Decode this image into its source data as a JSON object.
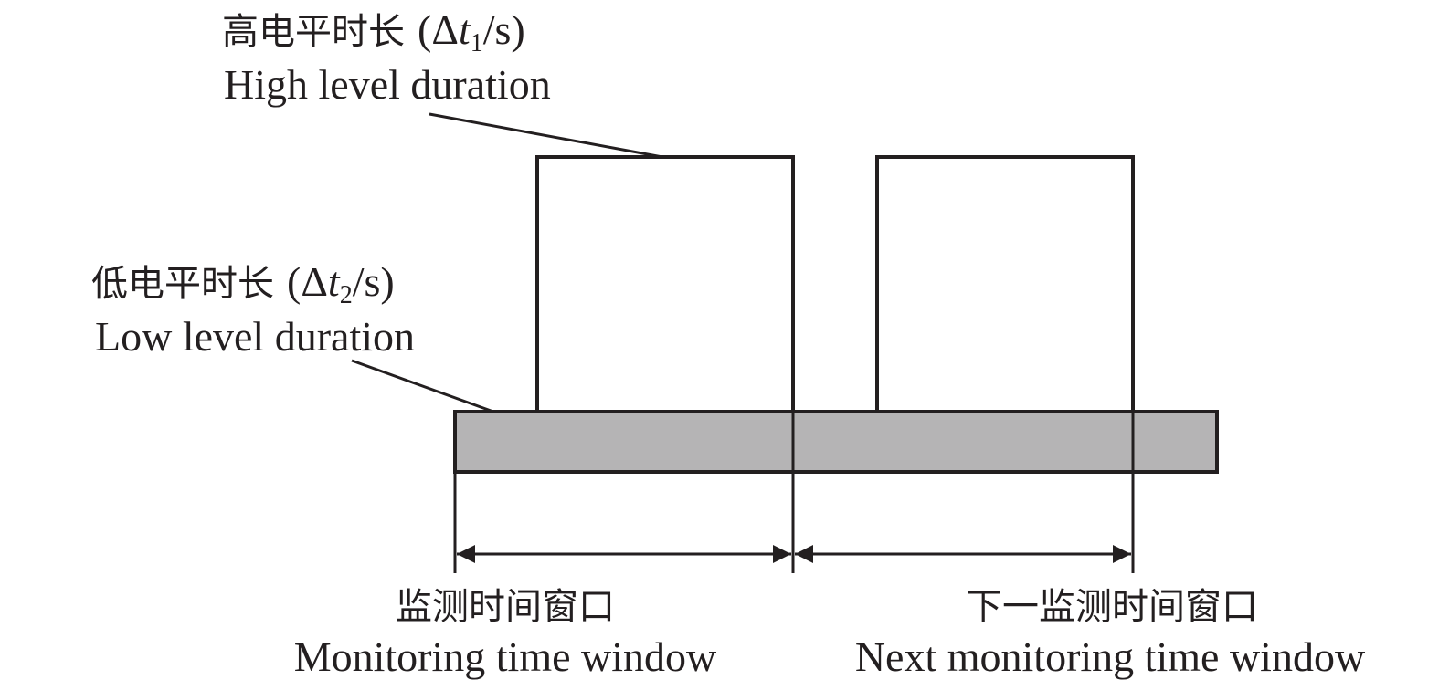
{
  "labels": {
    "high_cn": "高电平时长",
    "high_sym_prefix": "(Δ",
    "high_sym_t": "t",
    "high_sym_sub": "1",
    "high_sym_suffix": "/s)",
    "high_en": "High level duration",
    "low_cn": "低电平时长",
    "low_sym_prefix": "(Δ",
    "low_sym_t": "t",
    "low_sym_sub": "2",
    "low_sym_suffix": "/s)",
    "low_en": "Low level duration",
    "window_cn": "监测时间窗口",
    "window_en": "Monitoring time window",
    "next_window_cn": "下一监测时间窗口",
    "next_window_en": "Next monitoring time window"
  },
  "colors": {
    "line": "#231f20",
    "bar_fill": "#b5b4b5"
  }
}
